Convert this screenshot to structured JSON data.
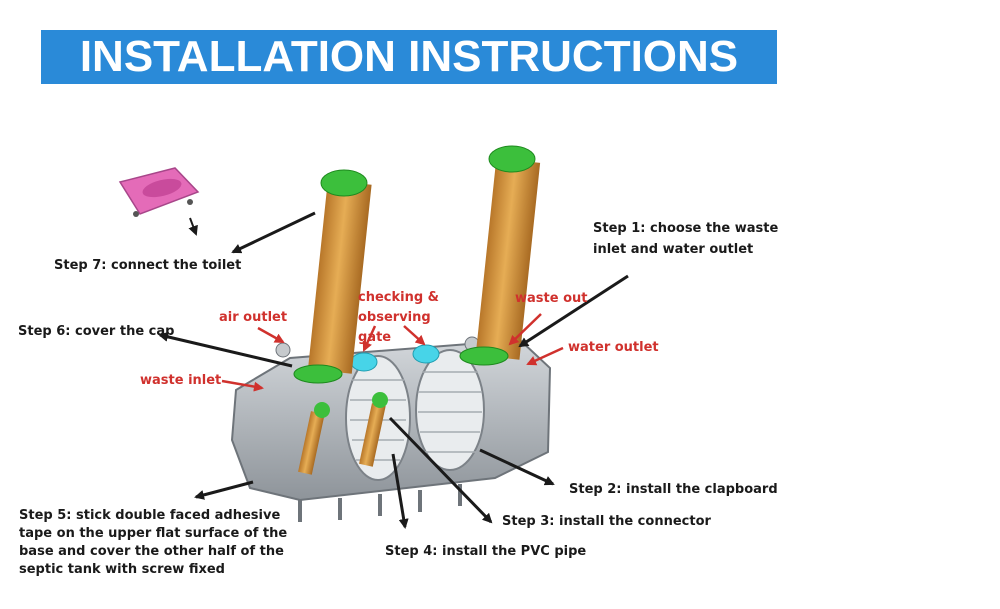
{
  "title": "INSTALLATION INSTRUCTIONS",
  "colors": {
    "banner": "#2a8ad8",
    "label_red": "#d0312d",
    "label_dark": "#1a1a1a",
    "pipe": "#d89a3c",
    "cap": "#3cbf3c",
    "gate": "#47d4e8",
    "tank": "#b9bec4",
    "toilet": "#e46bb8"
  },
  "labels": {
    "step1": "Step 1: choose the waste inlet and water outlet",
    "step2": "Step 2: install the clapboard",
    "step3": "Step 3: install the connector",
    "step4": "Step 4: install the PVC pipe",
    "step5": "Step 5: stick double faced adhesive tape on the upper flat surface of the base and cover the other half of the septic tank with screw fixed",
    "step6": "Step 6: cover the cap",
    "step7": "Step 7: connect the toilet",
    "waste_out": "waste out",
    "water_outlet": "water outlet",
    "checking_gate": "checking & observing gate",
    "air_outlet": "air outlet",
    "waste_inlet": "waste inlet"
  }
}
